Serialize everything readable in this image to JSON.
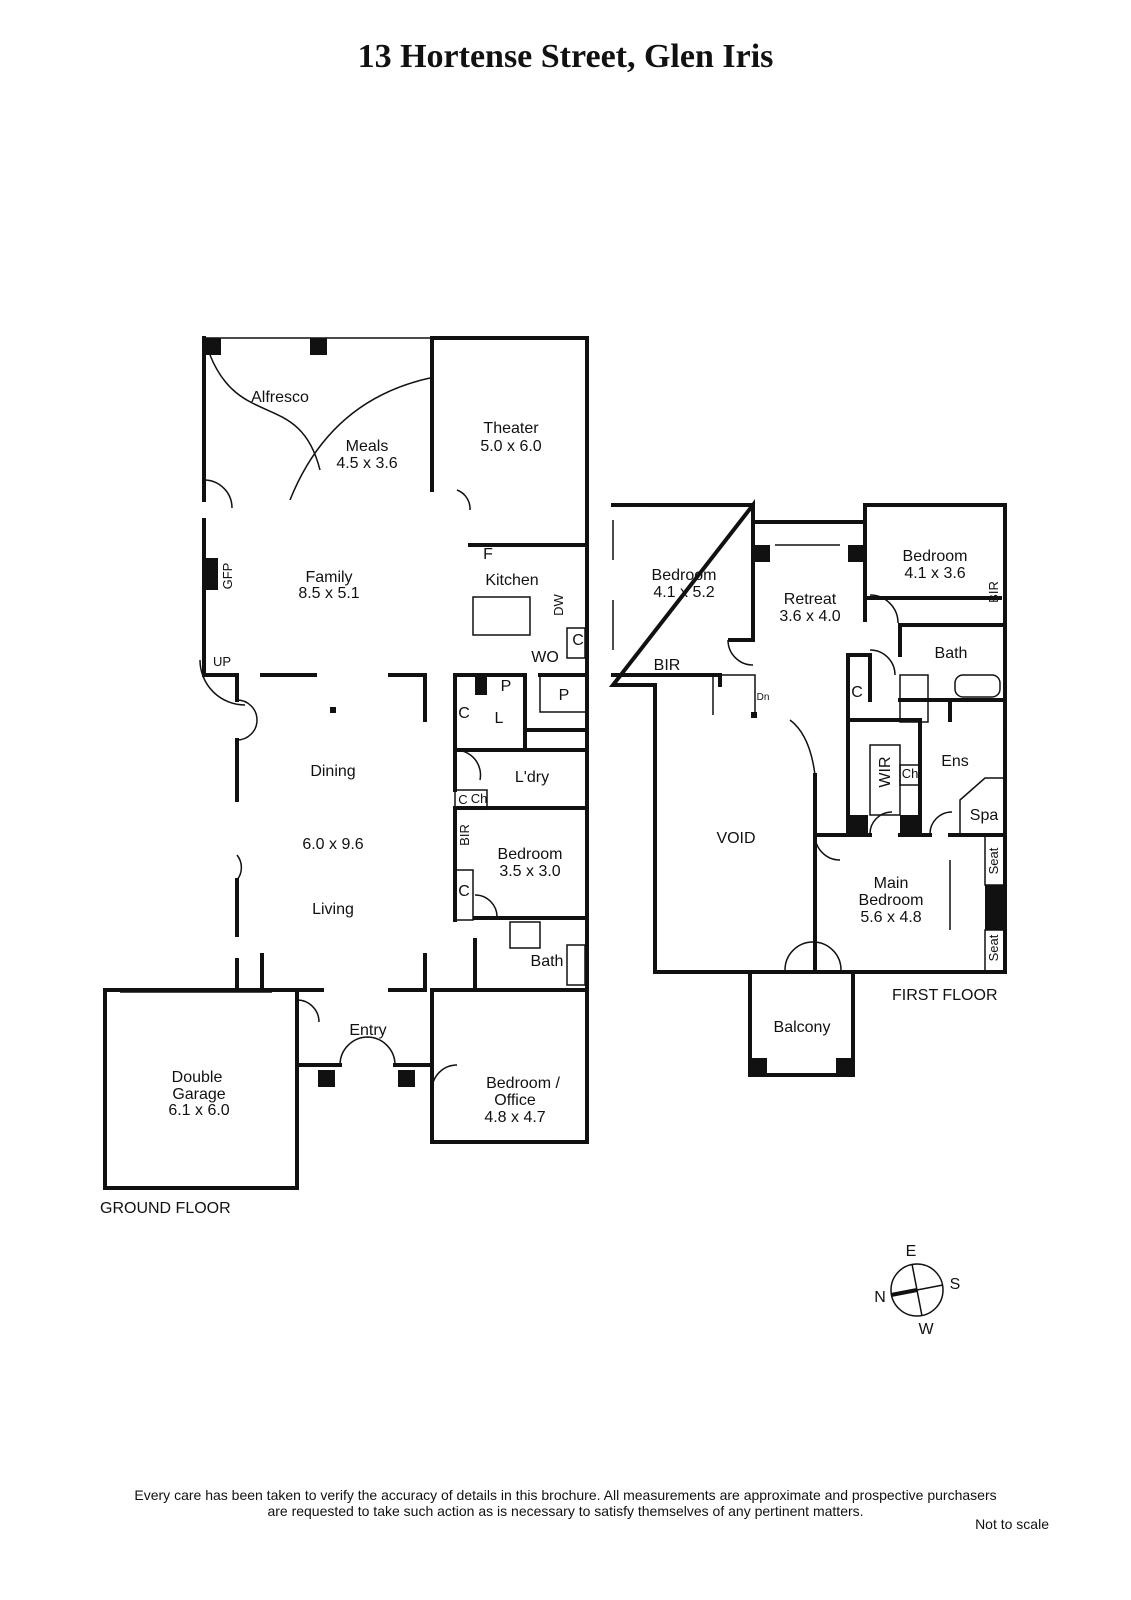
{
  "title": "13 Hortense Street, Glen Iris",
  "ground_floor": {
    "label": "GROUND FLOOR",
    "rooms": {
      "alfresco": "Alfresco",
      "meals": "Meals",
      "meals_dim": "4.5 x 3.6",
      "theater": "Theater",
      "theater_dim": "5.0 x 6.0",
      "family": "Family",
      "family_dim": "8.5 x 5.1",
      "gfp": "GFP",
      "kitchen": "Kitchen",
      "f": "F",
      "dw": "DW",
      "c": "C",
      "wo": "WO",
      "p": "P",
      "l": "L",
      "up": "UP",
      "dining": "Dining",
      "dining_living_dim": "6.0 x 9.6",
      "living": "Living",
      "laundry": "L'dry",
      "ch": "Ch",
      "bir": "BIR",
      "bedroom": "Bedroom",
      "bedroom_dim": "3.5 x 3.0",
      "bath": "Bath",
      "entry": "Entry",
      "garage1": "Double",
      "garage2": "Garage",
      "garage_dim": "6.1 x 6.0",
      "office1": "Bedroom /",
      "office2": "Office",
      "office_dim": "4.8 x 4.7"
    }
  },
  "first_floor": {
    "label": "FIRST FLOOR",
    "rooms": {
      "bedroom_a": "Bedroom",
      "bedroom_a_dim": "4.1 x 5.2",
      "bir": "BIR",
      "dn": "Dn",
      "retreat": "Retreat",
      "retreat_dim": "3.6 x 4.0",
      "bedroom_b": "Bedroom",
      "bedroom_b_dim": "4.1 x 3.6",
      "bath": "Bath",
      "c": "C",
      "wir": "WIR",
      "ch": "Ch",
      "ens": "Ens",
      "spa": "Spa",
      "void": "VOID",
      "main1": "Main",
      "main2": "Bedroom",
      "main_dim": "5.6 x 4.8",
      "seat": "Seat",
      "balcony": "Balcony"
    }
  },
  "compass": {
    "e": "E",
    "s": "S",
    "w": "W",
    "n": "N"
  },
  "footer": {
    "line1": "Every care has been taken to verify the accuracy of details in this brochure.  All measurements are approximate and prospective purchasers",
    "line2": "are requested to take such action as is necessary to satisfy themselves of any pertinent matters.",
    "not_to_scale": "Not to scale"
  }
}
